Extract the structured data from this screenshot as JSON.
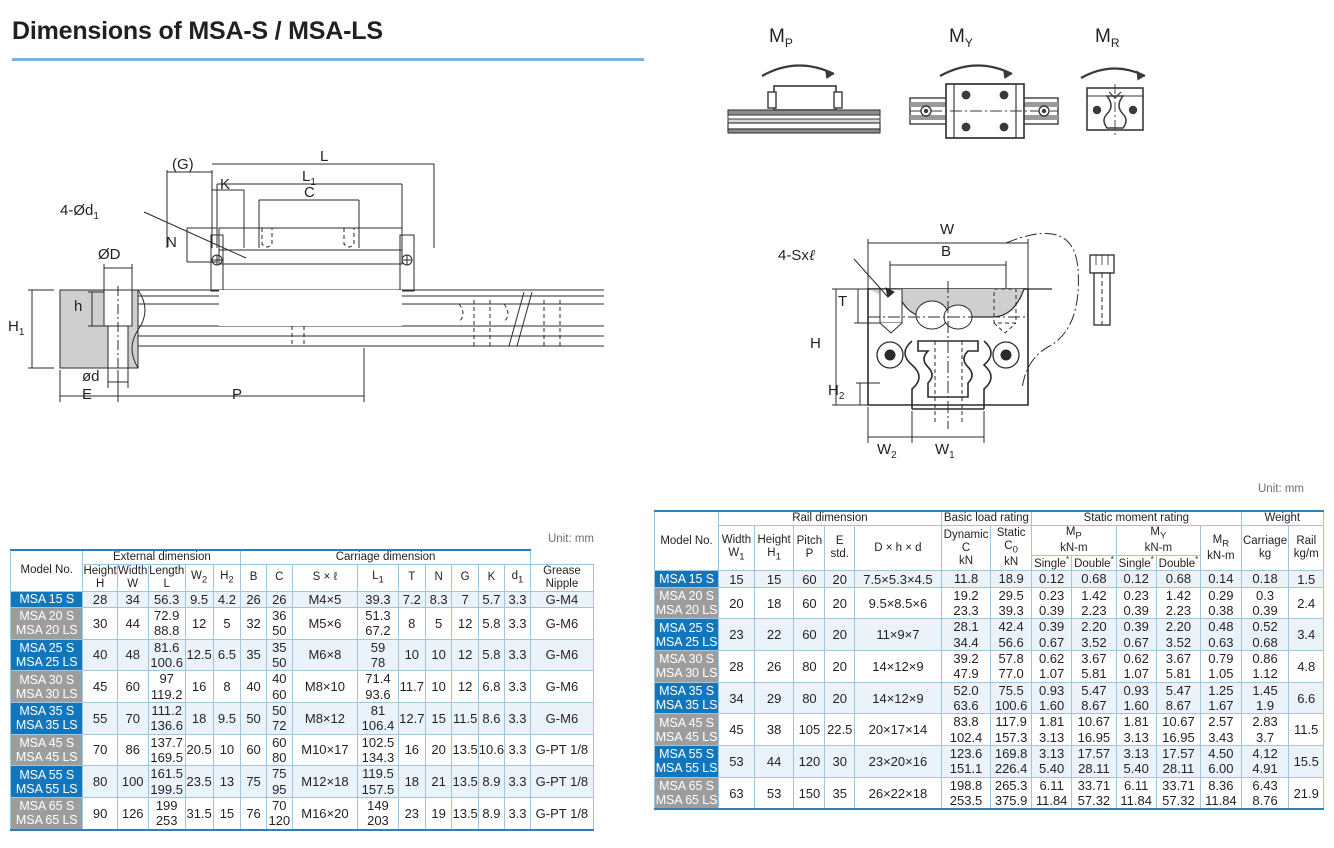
{
  "page_title": "Dimensions of MSA-S / MSA-LS",
  "unit_label": "Unit: mm",
  "moment_diagrams": [
    {
      "label": "M",
      "sub": "P",
      "name": "moment-pitch"
    },
    {
      "label": "M",
      "sub": "Y",
      "name": "moment-yaw"
    },
    {
      "label": "M",
      "sub": "R",
      "name": "moment-roll"
    }
  ],
  "drawing_labels": {
    "side_view": [
      "(G)",
      "K",
      "L",
      "L₁",
      "C",
      "4-Ød₁",
      "N",
      "ØD",
      "h",
      "H₁",
      "ød",
      "E",
      "P"
    ],
    "g": "(G)",
    "k": "K",
    "l": "L",
    "l1": "L₁",
    "c": "C",
    "four_od1": "4-Ød₁",
    "n": "N",
    "od": "ØD",
    "h_small": "h",
    "h1": "H₁",
    "od_small": "ød",
    "e": "E",
    "p": "P",
    "four_sxl": "4-Sxℓ",
    "w": "W",
    "b": "B",
    "t": "T",
    "h": "H",
    "h2": "H₂",
    "w1": "W₁",
    "w2": "W₂"
  },
  "colors": {
    "accent_blue": "#1276bc",
    "row_gray": "#9d9d9d",
    "rule_blue": "#7fb2d4",
    "row_tint": "#eaf3fa",
    "border": "#9fc6de"
  },
  "table_left": {
    "title_unit": "Unit: mm",
    "group_headers": [
      "Model No.",
      "External dimension",
      "Carriage dimension"
    ],
    "columns": [
      {
        "top": "Height",
        "bottom": "H"
      },
      {
        "top": "Width",
        "bottom": "W"
      },
      {
        "top": "Length",
        "bottom": "L"
      },
      {
        "top": "W₂",
        "bottom": ""
      },
      {
        "top": "H₂",
        "bottom": ""
      },
      {
        "top": "B",
        "bottom": ""
      },
      {
        "top": "C",
        "bottom": ""
      },
      {
        "top": "S × ℓ",
        "bottom": ""
      },
      {
        "top": "L₁",
        "bottom": ""
      },
      {
        "top": "T",
        "bottom": ""
      },
      {
        "top": "N",
        "bottom": ""
      },
      {
        "top": "G",
        "bottom": ""
      },
      {
        "top": "K",
        "bottom": ""
      },
      {
        "top": "d₁",
        "bottom": ""
      },
      {
        "top": "Grease",
        "bottom": "Nipple"
      }
    ],
    "rows": [
      {
        "model": [
          "MSA 15 S"
        ],
        "style": "blue",
        "H": "28",
        "W": "34",
        "L": [
          "56.3"
        ],
        "W2": "9.5",
        "H2": "4.2",
        "B": "26",
        "C": [
          "26"
        ],
        "Sxl": "M4×5",
        "L1": [
          "39.3"
        ],
        "T": "7.2",
        "N": "8.3",
        "G": "7",
        "K": "5.7",
        "d1": "3.3",
        "grease": "G-M4"
      },
      {
        "model": [
          "MSA 20 S",
          "MSA 20 LS"
        ],
        "style": "gray",
        "H": "30",
        "W": "44",
        "L": [
          "72.9",
          "88.8"
        ],
        "W2": "12",
        "H2": "5",
        "B": "32",
        "C": [
          "36",
          "50"
        ],
        "Sxl": "M5×6",
        "L1": [
          "51.3",
          "67.2"
        ],
        "T": "8",
        "N": "5",
        "G": "12",
        "K": "5.8",
        "d1": "3.3",
        "grease": "G-M6"
      },
      {
        "model": [
          "MSA 25 S",
          "MSA 25 LS"
        ],
        "style": "blue",
        "H": "40",
        "W": "48",
        "L": [
          "81.6",
          "100.6"
        ],
        "W2": "12.5",
        "H2": "6.5",
        "B": "35",
        "C": [
          "35",
          "50"
        ],
        "Sxl": "M6×8",
        "L1": [
          "59",
          "78"
        ],
        "T": "10",
        "N": "10",
        "G": "12",
        "K": "5.8",
        "d1": "3.3",
        "grease": "G-M6"
      },
      {
        "model": [
          "MSA 30 S",
          "MSA 30 LS"
        ],
        "style": "gray",
        "H": "45",
        "W": "60",
        "L": [
          "97",
          "119.2"
        ],
        "W2": "16",
        "H2": "8",
        "B": "40",
        "C": [
          "40",
          "60"
        ],
        "Sxl": "M8×10",
        "L1": [
          "71.4",
          "93.6"
        ],
        "T": "11.7",
        "N": "10",
        "G": "12",
        "K": "6.8",
        "d1": "3.3",
        "grease": "G-M6"
      },
      {
        "model": [
          "MSA 35 S",
          "MSA 35 LS"
        ],
        "style": "blue",
        "H": "55",
        "W": "70",
        "L": [
          "111.2",
          "136.6"
        ],
        "W2": "18",
        "H2": "9.5",
        "B": "50",
        "C": [
          "50",
          "72"
        ],
        "Sxl": "M8×12",
        "L1": [
          "81",
          "106.4"
        ],
        "T": "12.7",
        "N": "15",
        "G": "11.5",
        "K": "8.6",
        "d1": "3.3",
        "grease": "G-M6"
      },
      {
        "model": [
          "MSA 45 S",
          "MSA 45 LS"
        ],
        "style": "gray",
        "H": "70",
        "W": "86",
        "L": [
          "137.7",
          "169.5"
        ],
        "W2": "20.5",
        "H2": "10",
        "B": "60",
        "C": [
          "60",
          "80"
        ],
        "Sxl": "M10×17",
        "L1": [
          "102.5",
          "134.3"
        ],
        "T": "16",
        "N": "20",
        "G": "13.5",
        "K": "10.6",
        "d1": "3.3",
        "grease": "G-PT 1/8"
      },
      {
        "model": [
          "MSA 55 S",
          "MSA 55 LS"
        ],
        "style": "blue",
        "H": "80",
        "W": "100",
        "L": [
          "161.5",
          "199.5"
        ],
        "W2": "23.5",
        "H2": "13",
        "B": "75",
        "C": [
          "75",
          "95"
        ],
        "Sxl": "M12×18",
        "L1": [
          "119.5",
          "157.5"
        ],
        "T": "18",
        "N": "21",
        "G": "13.5",
        "K": "8.9",
        "d1": "3.3",
        "grease": "G-PT 1/8"
      },
      {
        "model": [
          "MSA 65 S",
          "MSA 65 LS"
        ],
        "style": "gray",
        "H": "90",
        "W": "126",
        "L": [
          "199",
          "253"
        ],
        "W2": "31.5",
        "H2": "15",
        "B": "76",
        "C": [
          "70",
          "120"
        ],
        "Sxl": "M16×20",
        "L1": [
          "149",
          "203"
        ],
        "T": "23",
        "N": "19",
        "G": "13.5",
        "K": "8.9",
        "d1": "3.3",
        "grease": "G-PT 1/8"
      }
    ]
  },
  "table_right": {
    "title_unit": "Unit: mm",
    "group_headers": [
      "Model No.",
      "Rail dimension",
      "Basic load rating",
      "Static moment rating",
      "Weight"
    ],
    "columns": [
      {
        "l1": "Width",
        "l2": "W₁",
        "l3": ""
      },
      {
        "l1": "Height",
        "l2": "H₁",
        "l3": ""
      },
      {
        "l1": "Pitch",
        "l2": "P",
        "l3": ""
      },
      {
        "l1": "E",
        "l2": "std.",
        "l3": ""
      },
      {
        "l1": "D × h × d",
        "l2": "",
        "l3": ""
      },
      {
        "l1": "Dynamic",
        "l2": "C",
        "l3": "kN"
      },
      {
        "l1": "Static",
        "l2": "C₀",
        "l3": "kN"
      },
      {
        "l1": "Mₚ",
        "l2": "kN-m",
        "l3": "Single"
      },
      {
        "l1": "Mₚ",
        "l2": "kN-m",
        "l3": "Double"
      },
      {
        "l1": "Mᵧ",
        "l2": "kN-m",
        "l3": "Single"
      },
      {
        "l1": "Mᵧ",
        "l2": "kN-m",
        "l3": "Double"
      },
      {
        "l1": "Mᵣ",
        "l2": "kN-m",
        "l3": ""
      },
      {
        "l1": "Carriage",
        "l2": "kg",
        "l3": ""
      },
      {
        "l1": "Rail",
        "l2": "kg/m",
        "l3": ""
      }
    ],
    "sub_headers": {
      "mp": "Mₚ",
      "my": "Mᵧ",
      "mr": "Mᵣ",
      "knm": "kN-m",
      "single": "Single",
      "double": "Double",
      "dynamic": "Dynamic",
      "static": "Static",
      "kn": "kN",
      "c": "C",
      "c0": "C₀",
      "carriage": "Carriage",
      "kg": "kg",
      "rail": "Rail",
      "kgm": "kg/m",
      "dhd": "D × h × d",
      "std": "std.",
      "e": "E",
      "pitch": "Pitch",
      "p": "P",
      "width": "Width",
      "w1": "W₁",
      "height": "Height",
      "h1": "H₁"
    },
    "rows": [
      {
        "model": [
          "MSA 15 S"
        ],
        "style": "blue",
        "W1": "15",
        "H1": "15",
        "P": "60",
        "E": "20",
        "Dhd": "7.5×5.3×4.5",
        "C": [
          "11.8"
        ],
        "C0": [
          "18.9"
        ],
        "Mp_s": [
          "0.12"
        ],
        "Mp_d": [
          "0.68"
        ],
        "My_s": [
          "0.12"
        ],
        "My_d": [
          "0.68"
        ],
        "Mr": [
          "0.14"
        ],
        "carriage": [
          "0.18"
        ],
        "rail": "1.5"
      },
      {
        "model": [
          "MSA 20 S",
          "MSA 20 LS"
        ],
        "style": "gray",
        "W1": "20",
        "H1": "18",
        "P": "60",
        "E": "20",
        "Dhd": "9.5×8.5×6",
        "C": [
          "19.2",
          "23.3"
        ],
        "C0": [
          "29.5",
          "39.3"
        ],
        "Mp_s": [
          "0.23",
          "0.39"
        ],
        "Mp_d": [
          "1.42",
          "2.23"
        ],
        "My_s": [
          "0.23",
          "0.39"
        ],
        "My_d": [
          "1.42",
          "2.23"
        ],
        "Mr": [
          "0.29",
          "0.38"
        ],
        "carriage": [
          "0.3",
          "0.39"
        ],
        "rail": "2.4"
      },
      {
        "model": [
          "MSA 25 S",
          "MSA 25 LS"
        ],
        "style": "blue",
        "W1": "23",
        "H1": "22",
        "P": "60",
        "E": "20",
        "Dhd": "11×9×7",
        "C": [
          "28.1",
          "34.4"
        ],
        "C0": [
          "42.4",
          "56.6"
        ],
        "Mp_s": [
          "0.39",
          "0.67"
        ],
        "Mp_d": [
          "2.20",
          "3.52"
        ],
        "My_s": [
          "0.39",
          "0.67"
        ],
        "My_d": [
          "2.20",
          "3.52"
        ],
        "Mr": [
          "0.48",
          "0.63"
        ],
        "carriage": [
          "0.52",
          "0.68"
        ],
        "rail": "3.4"
      },
      {
        "model": [
          "MSA 30 S",
          "MSA 30 LS"
        ],
        "style": "gray",
        "W1": "28",
        "H1": "26",
        "P": "80",
        "E": "20",
        "Dhd": "14×12×9",
        "C": [
          "39.2",
          "47.9"
        ],
        "C0": [
          "57.8",
          "77.0"
        ],
        "Mp_s": [
          "0.62",
          "1.07"
        ],
        "Mp_d": [
          "3.67",
          "5.81"
        ],
        "My_s": [
          "0.62",
          "1.07"
        ],
        "My_d": [
          "3.67",
          "5.81"
        ],
        "Mr": [
          "0.79",
          "1.05"
        ],
        "carriage": [
          "0.86",
          "1.12"
        ],
        "rail": "4.8"
      },
      {
        "model": [
          "MSA 35 S",
          "MSA 35 LS"
        ],
        "style": "blue",
        "W1": "34",
        "H1": "29",
        "P": "80",
        "E": "20",
        "Dhd": "14×12×9",
        "C": [
          "52.0",
          "63.6"
        ],
        "C0": [
          "75.5",
          "100.6"
        ],
        "Mp_s": [
          "0.93",
          "1.60"
        ],
        "Mp_d": [
          "5.47",
          "8.67"
        ],
        "My_s": [
          "0.93",
          "1.60"
        ],
        "My_d": [
          "5.47",
          "8.67"
        ],
        "Mr": [
          "1.25",
          "1.67"
        ],
        "carriage": [
          "1.45",
          "1.9"
        ],
        "rail": "6.6"
      },
      {
        "model": [
          "MSA 45 S",
          "MSA 45 LS"
        ],
        "style": "gray",
        "W1": "45",
        "H1": "38",
        "P": "105",
        "E": "22.5",
        "Dhd": "20×17×14",
        "C": [
          "83.8",
          "102.4"
        ],
        "C0": [
          "117.9",
          "157.3"
        ],
        "Mp_s": [
          "1.81",
          "3.13"
        ],
        "Mp_d": [
          "10.67",
          "16.95"
        ],
        "My_s": [
          "1.81",
          "3.13"
        ],
        "My_d": [
          "10.67",
          "16.95"
        ],
        "Mr": [
          "2.57",
          "3.43"
        ],
        "carriage": [
          "2.83",
          "3.7"
        ],
        "rail": "11.5"
      },
      {
        "model": [
          "MSA 55 S",
          "MSA 55 LS"
        ],
        "style": "blue",
        "W1": "53",
        "H1": "44",
        "P": "120",
        "E": "30",
        "Dhd": "23×20×16",
        "C": [
          "123.6",
          "151.1"
        ],
        "C0": [
          "169.8",
          "226.4"
        ],
        "Mp_s": [
          "3.13",
          "5.40"
        ],
        "Mp_d": [
          "17.57",
          "28.11"
        ],
        "My_s": [
          "3.13",
          "5.40"
        ],
        "My_d": [
          "17.57",
          "28.11"
        ],
        "Mr": [
          "4.50",
          "6.00"
        ],
        "carriage": [
          "4.12",
          "4.91"
        ],
        "rail": "15.5"
      },
      {
        "model": [
          "MSA 65 S",
          "MSA 65 LS"
        ],
        "style": "gray",
        "W1": "63",
        "H1": "53",
        "P": "150",
        "E": "35",
        "Dhd": "26×22×18",
        "C": [
          "198.8",
          "253.5"
        ],
        "C0": [
          "265.3",
          "375.9"
        ],
        "Mp_s": [
          "6.11",
          "11.84"
        ],
        "Mp_d": [
          "33.71",
          "57.32"
        ],
        "My_s": [
          "6.11",
          "11.84"
        ],
        "My_d": [
          "33.71",
          "57.32"
        ],
        "Mr": [
          "8.36",
          "11.84"
        ],
        "carriage": [
          "6.43",
          "8.76"
        ],
        "rail": "21.9"
      }
    ]
  }
}
